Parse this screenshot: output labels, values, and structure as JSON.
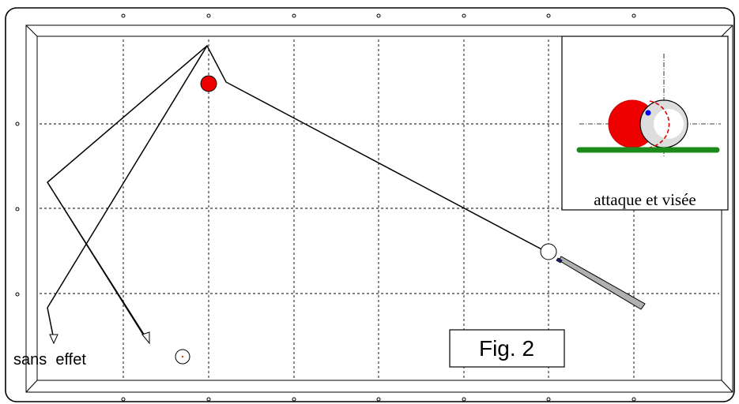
{
  "labels": {
    "fig": "Fig. 2",
    "sans_effet": "sans  effet",
    "inset_caption": "attaque et visée"
  },
  "colors": {
    "table_line": "#000000",
    "object_ball": "#ee0000",
    "cue_ball": "#ffffff",
    "inset_ball_shadow": "#dddddd",
    "inset_cushion": "#1a8a1a",
    "contact_dot": "#0000ee",
    "cue_stick": "#b0b0b0",
    "cue_tip": "#1a1a8a",
    "aim_circle": "#dd0000"
  },
  "icons": {
    "object_ball": "red-ball-icon",
    "cue_ball": "white-ball-icon",
    "second_ball": "small-white-ball-icon",
    "cue": "cue-stick-icon"
  }
}
